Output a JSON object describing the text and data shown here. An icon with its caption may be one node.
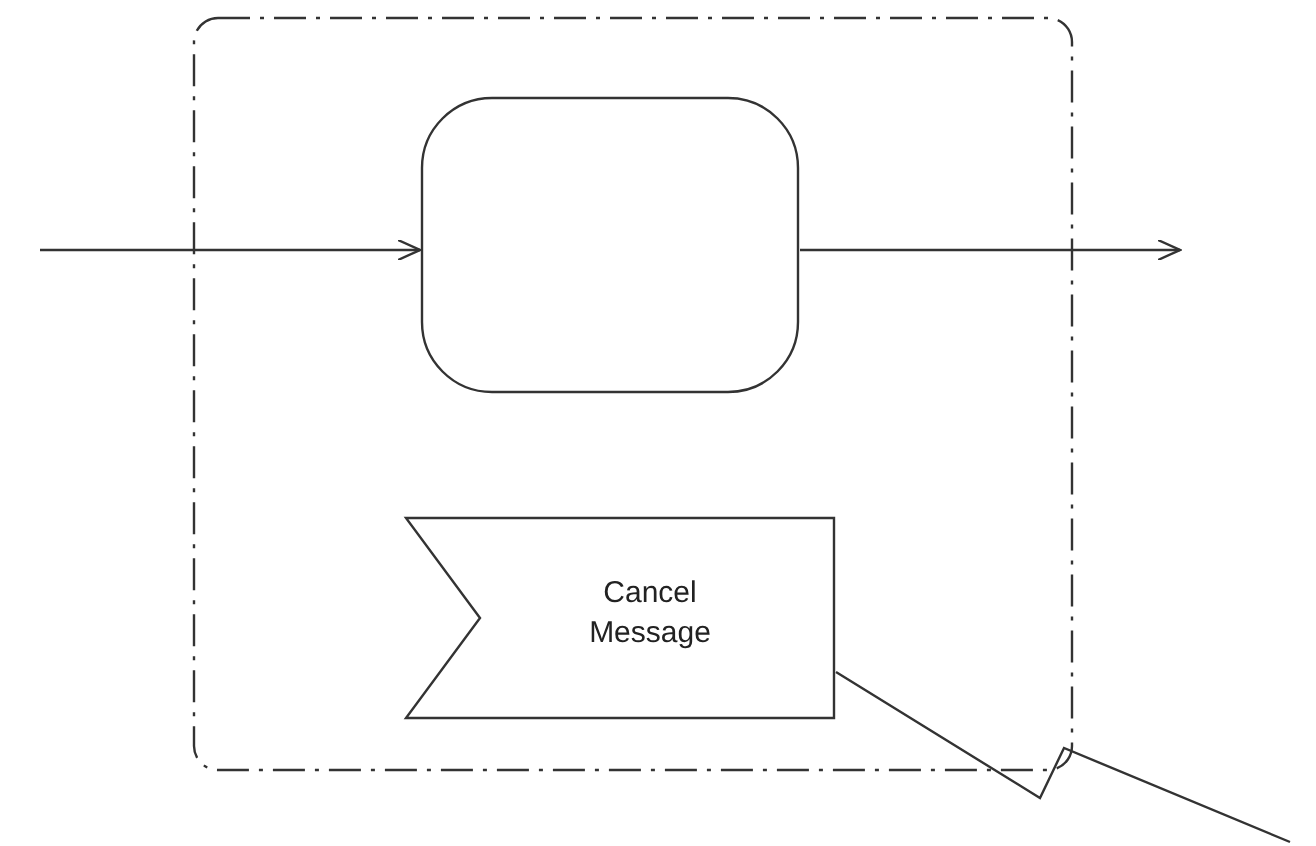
{
  "diagram": {
    "nodes": [
      {
        "text": [],
        "shape": "box"
      },
      {
        "text": [],
        "shape": "box",
        "in": 0
      },
      {
        "text": [
          "Cancel Message"
        ],
        "in": 0
      }
    ],
    "edges": [
      {
        "from": null,
        "to": 1,
        "arrow": "to"
      },
      {
        "from": 1,
        "to": null,
        "arrow": "to"
      },
      {
        "from": 2,
        "to": null,
        "arrow": "none"
      }
    ]
  }
}
